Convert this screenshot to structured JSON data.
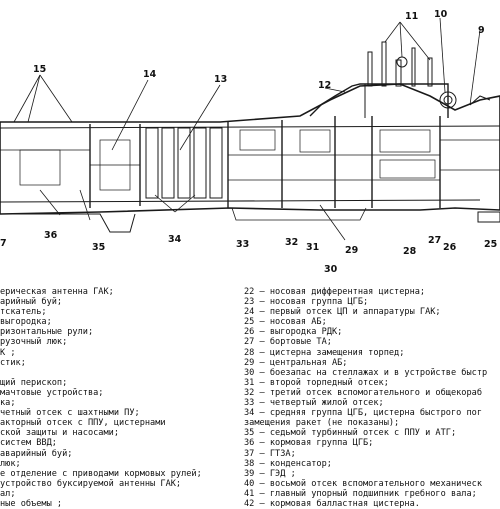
{
  "callouts": [
    "15",
    "14",
    "13",
    "12",
    "11",
    "10",
    "9",
    "7",
    "36",
    "35",
    "34",
    "33",
    "32",
    "31",
    "30",
    "29",
    "28",
    "27",
    "26",
    "25"
  ],
  "legend_left": [
    "ерическая антенна ГАК;",
    "арийный буй;",
    "тскатель;",
    "выгородка;",
    "ризонтальные рули;",
    "рузочный люк;",
    "К ;",
    "стик;",
    "",
    "щий перископ;",
    "мачтовые устройства;",
    "ка;",
    "четный отсек с шахтными ПУ;",
    "акторный отсек с ППУ, цистернами",
    "ской защиты и насосами;",
    "систем ВВД;",
    "аварийный буй;",
    "люк;",
    "е отделение с приводами кормовых рулей;",
    " устройство буксируемой антенны ГАК;",
    "ал;",
    "ные объемы ;"
  ],
  "legend_right": [
    "22 – носовая дифферентная цистерна;",
    "23 – носовая группа ЦГБ;",
    "24 – первый отсек ЦП и аппаратуры ГАК;",
    "25 – носовая АБ;",
    "26 – выгородка РДК;",
    "27 – бортовые ТА;",
    "28 – цистерна замещения торпед;",
    "29 – центральная АБ;",
    "30 – боезапас на стеллажах и в устройстве быстр",
    "31 – второй торпедный отсек;",
    "32 – третий отсек вспомогательного и общекораб",
    "33 – четвертый жилой отсек;",
    "34 – средняя группа ЦГБ, цистерна быстрого пог",
    "     замещения ракет (не показаны);",
    "35 – седьмой турбинный отсек с ППУ и АТГ;",
    "36 – кормовая группа ЦГБ;",
    "37 – ГТЗА;",
    "38 – конденсатор;",
    "39 – ГЭД ;",
    "40 – восьмой отсек вспомогательного механическ",
    "41 – главный упорный подшипник гребного вала;",
    "42 – кормовая балластная цистерна."
  ]
}
